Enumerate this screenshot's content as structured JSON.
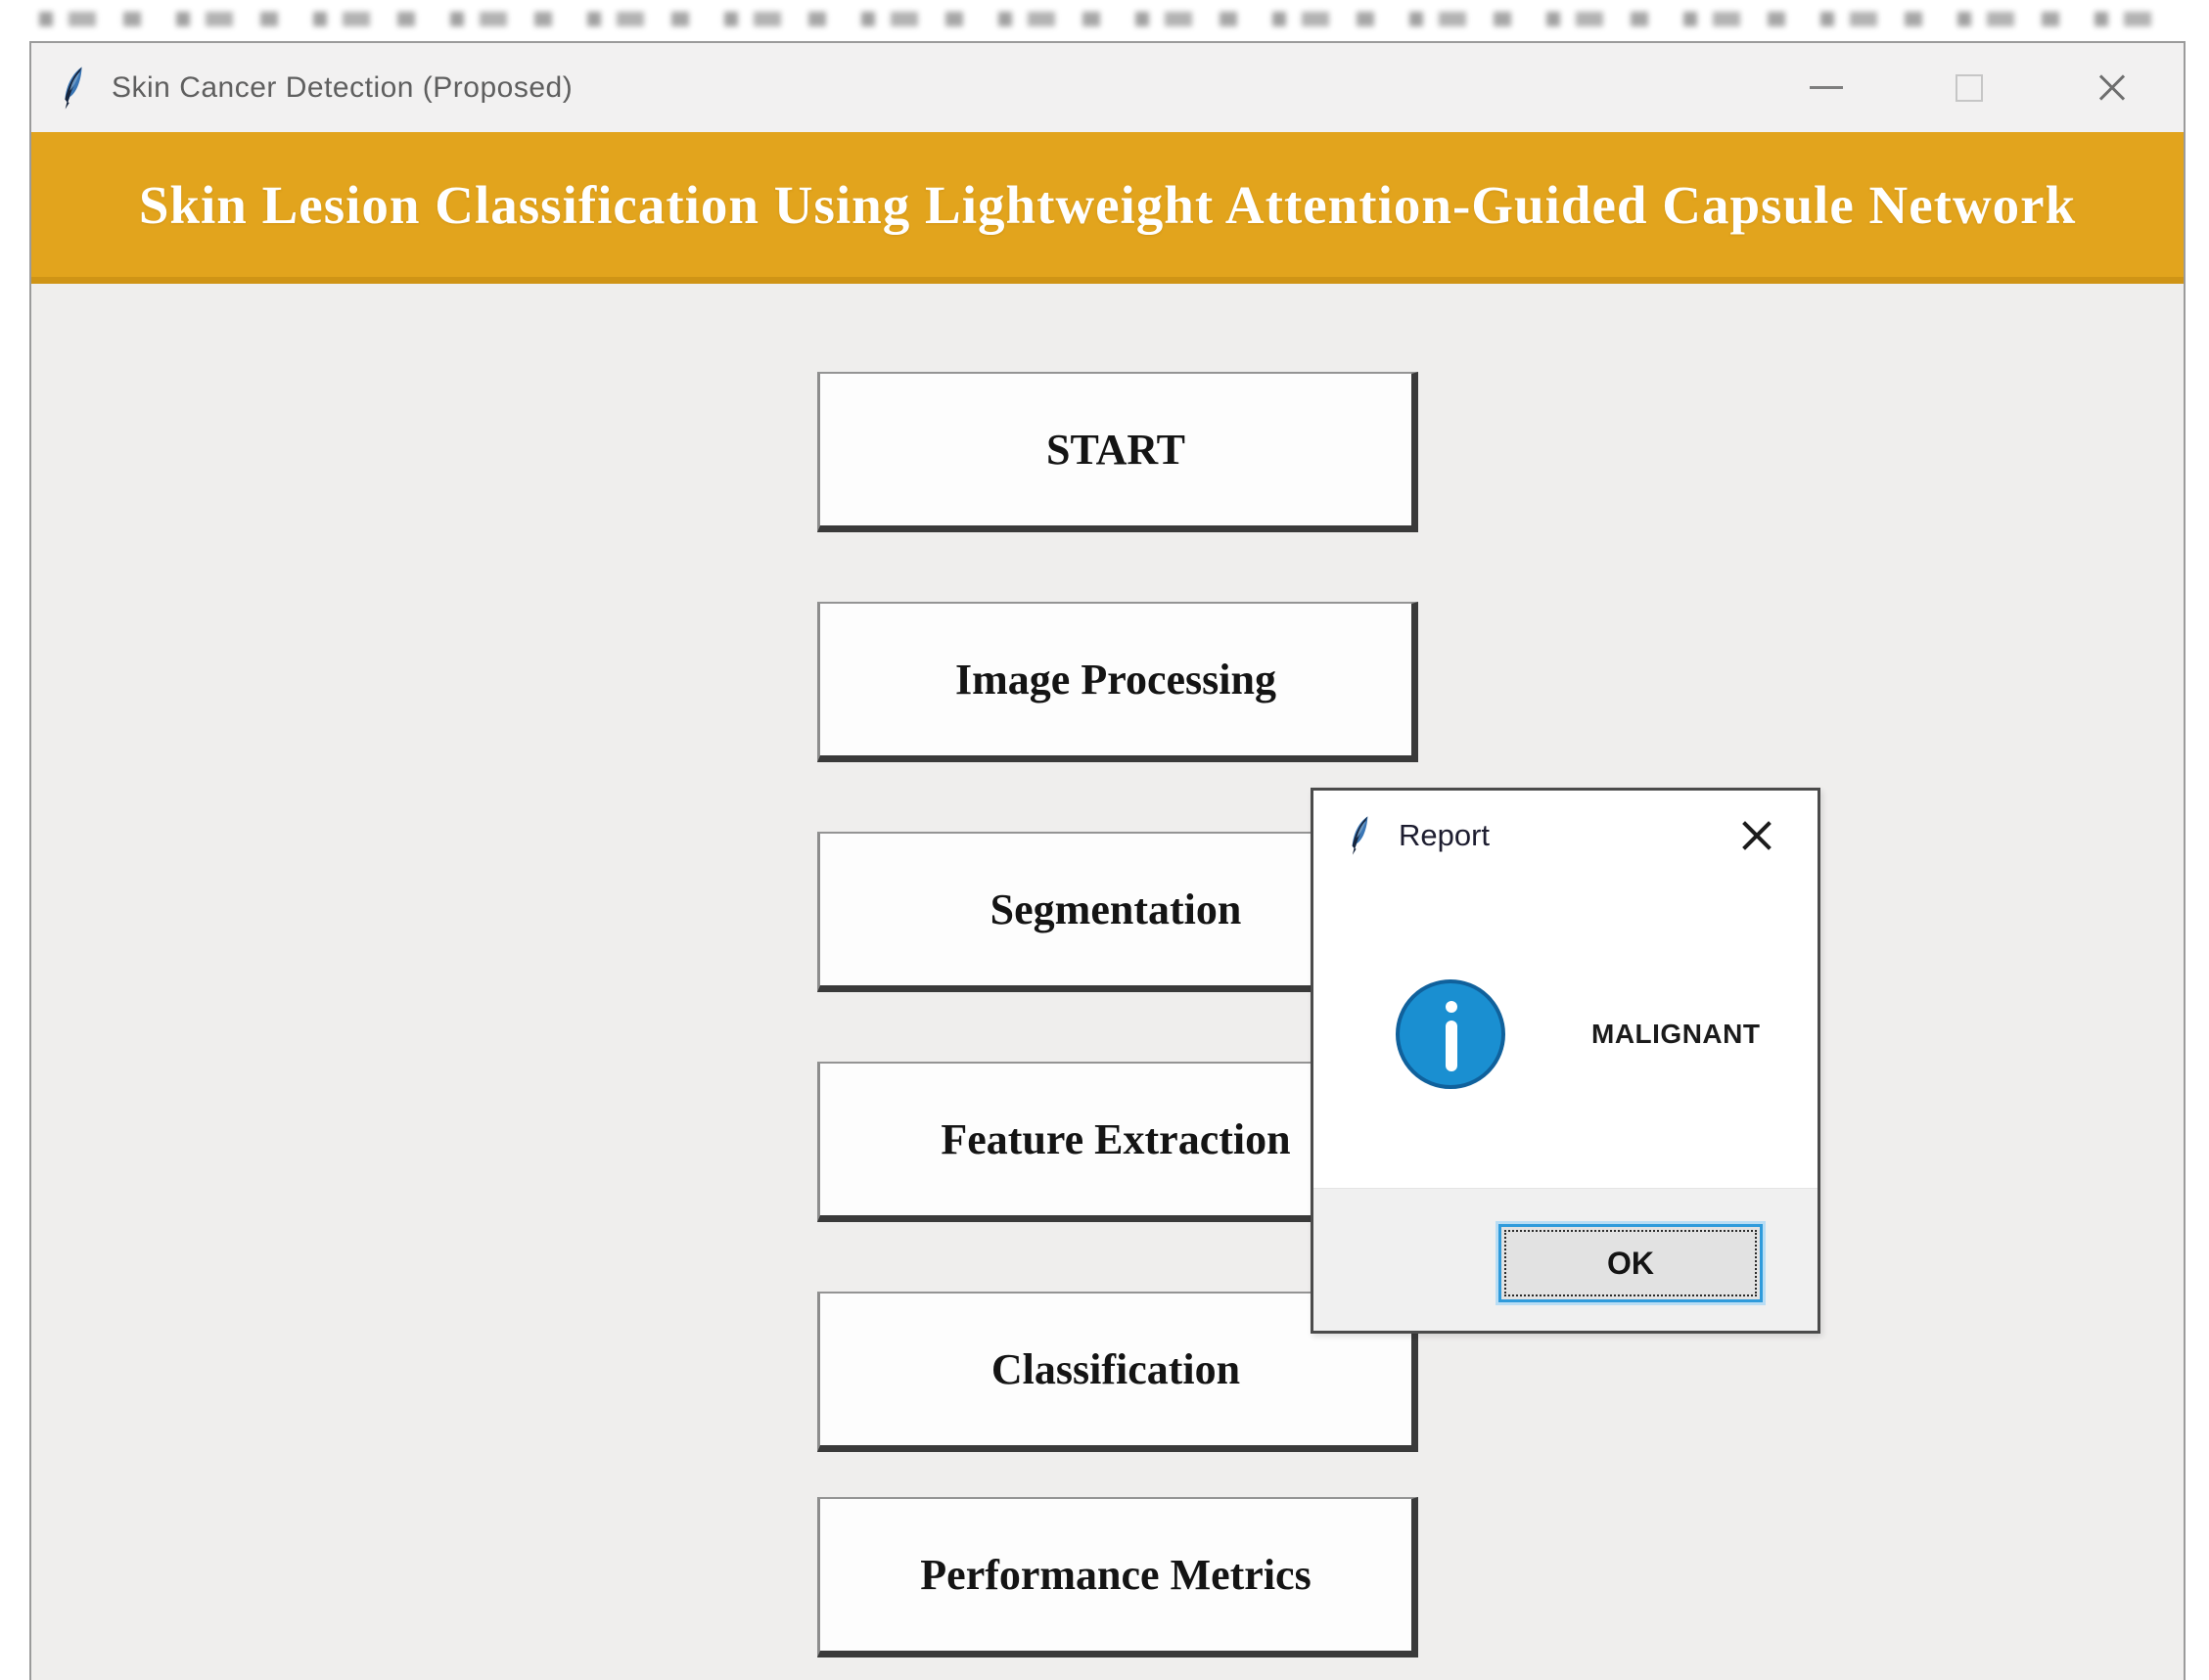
{
  "window": {
    "title": "Skin Cancer Detection (Proposed)",
    "app_icon": "tk-feather-icon",
    "controls": {
      "minimize": "minimize-icon",
      "maximize": "maximize-icon",
      "close": "close-icon"
    }
  },
  "banner": {
    "headline": "Skin Lesion Classification Using Lightweight Attention-Guided Capsule Network",
    "bg_color": "#E2A41D",
    "text_color": "#FFFFFF"
  },
  "buttons": [
    "START",
    "Image Processing",
    "Segmentation",
    "Feature Extraction",
    "Classification",
    "Performance Metrics"
  ],
  "dialog": {
    "title": "Report",
    "message": "MALIGNANT",
    "ok_label": "OK",
    "info_icon": "info-icon",
    "info_icon_color": "#1A8FD1",
    "close_icon": "close-icon"
  }
}
